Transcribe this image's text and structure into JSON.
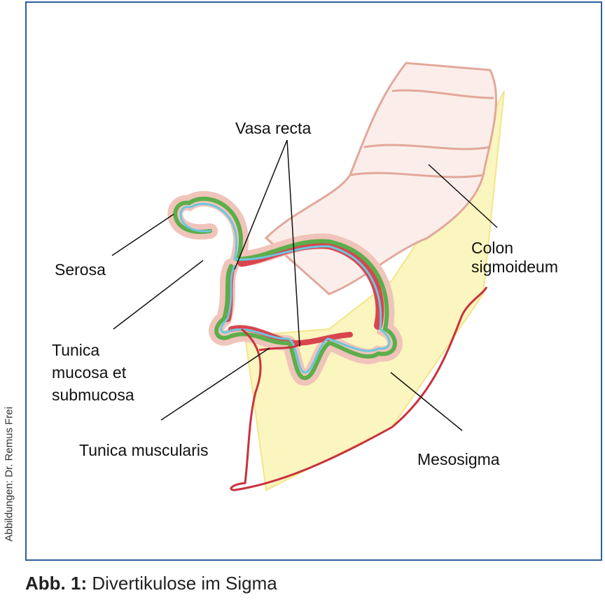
{
  "labels": {
    "vasa_recta": "Vasa recta",
    "serosa": "Serosa",
    "colon": [
      "Colon",
      "sigmoideum"
    ],
    "tunica_mucosa": [
      "Tunica",
      "mucosa et",
      "submucosa"
    ],
    "tunica_muscularis": "Tunica muscularis",
    "mesosigma": "Mesosigma"
  },
  "credit": "Abbildungen: Dr. Remus Frei",
  "caption": {
    "prefix": "Abb. 1:",
    "text": " Divertikulose im Sigma"
  },
  "colors": {
    "frame": "#2f5f9e",
    "serosa": "#e8a79a",
    "muscularis": "#d9454f",
    "submucosa": "#5cae4a",
    "mucosa": "#6cc6e0",
    "mesentery": "#f3e47a",
    "vessel": "#c8323c"
  }
}
